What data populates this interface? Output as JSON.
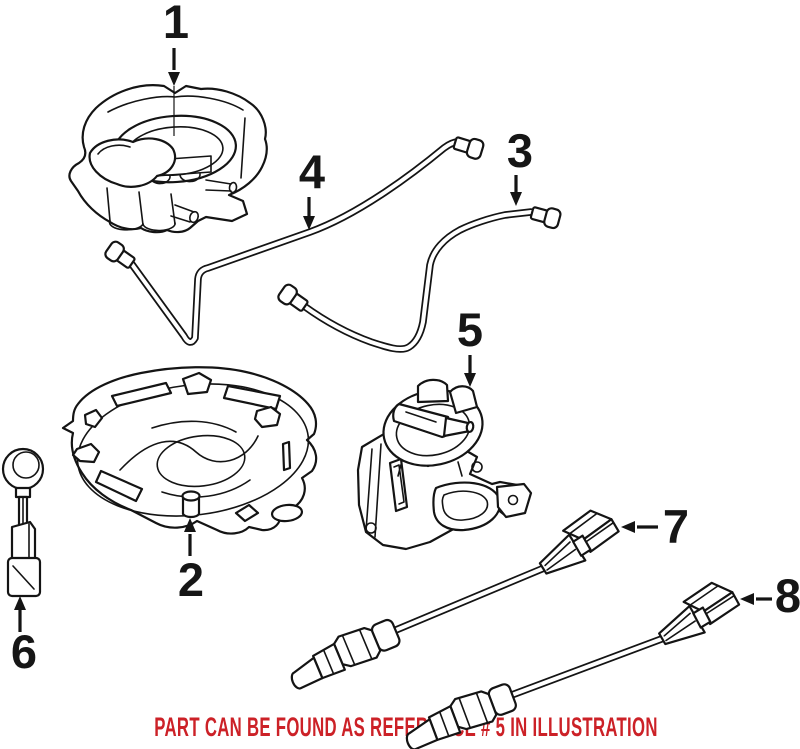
{
  "figure": {
    "type": "parts-diagram",
    "callouts": [
      {
        "number": "1"
      },
      {
        "number": "2"
      },
      {
        "number": "3"
      },
      {
        "number": "4"
      },
      {
        "number": "5"
      },
      {
        "number": "6"
      },
      {
        "number": "7"
      },
      {
        "number": "8"
      }
    ],
    "note": "PART CAN BE FOUND AS REFERENCE # 5 IN ILLUSTRATION"
  },
  "colors": {
    "line": "#141414",
    "background": "#ffffff",
    "note": "#cc2127"
  }
}
